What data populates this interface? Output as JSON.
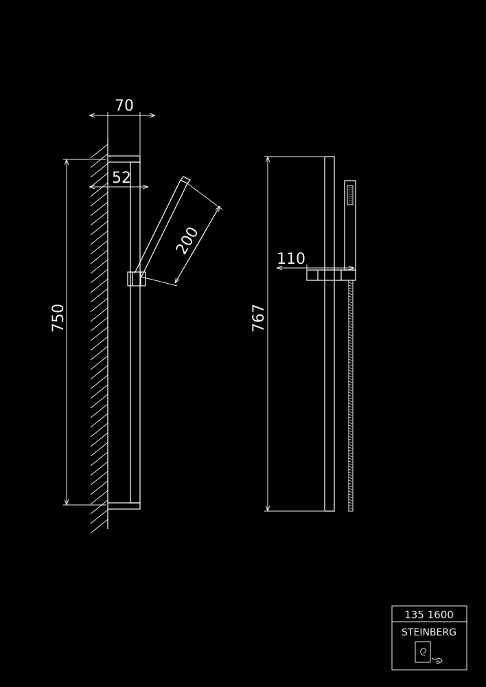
{
  "dimensions": {
    "depth": "70",
    "bar_offset": "52",
    "head_length": "200",
    "bar_height": "750",
    "overall_height": "767",
    "holder_projection": "110"
  },
  "title_block": {
    "code": "135 1600",
    "brand": "STEINBERG"
  },
  "colors": {
    "background": "#000000",
    "line": "#f2f2f2"
  },
  "icons": {
    "logo": "steinberg-logo-icon"
  }
}
